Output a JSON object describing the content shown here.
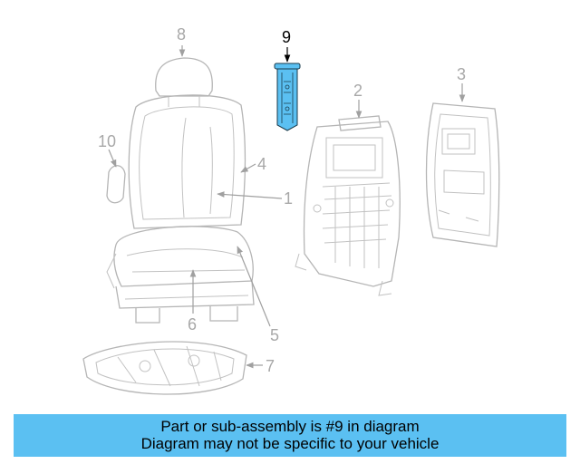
{
  "callouts": {
    "c1": "1",
    "c2": "2",
    "c3": "3",
    "c4": "4",
    "c5": "5",
    "c6": "6",
    "c7": "7",
    "c8": "8",
    "c9": "9",
    "c10": "10"
  },
  "highlight_part": "9",
  "colors": {
    "highlight_fill": "#5bc0f2",
    "banner_bg": "#5bc0f2",
    "line_art": "#b5b5b5",
    "callout_text": "#a8a8a8"
  },
  "banner": {
    "line1": "Part or sub-assembly is #9 in diagram",
    "line2": "Diagram may not be specific to your vehicle"
  }
}
